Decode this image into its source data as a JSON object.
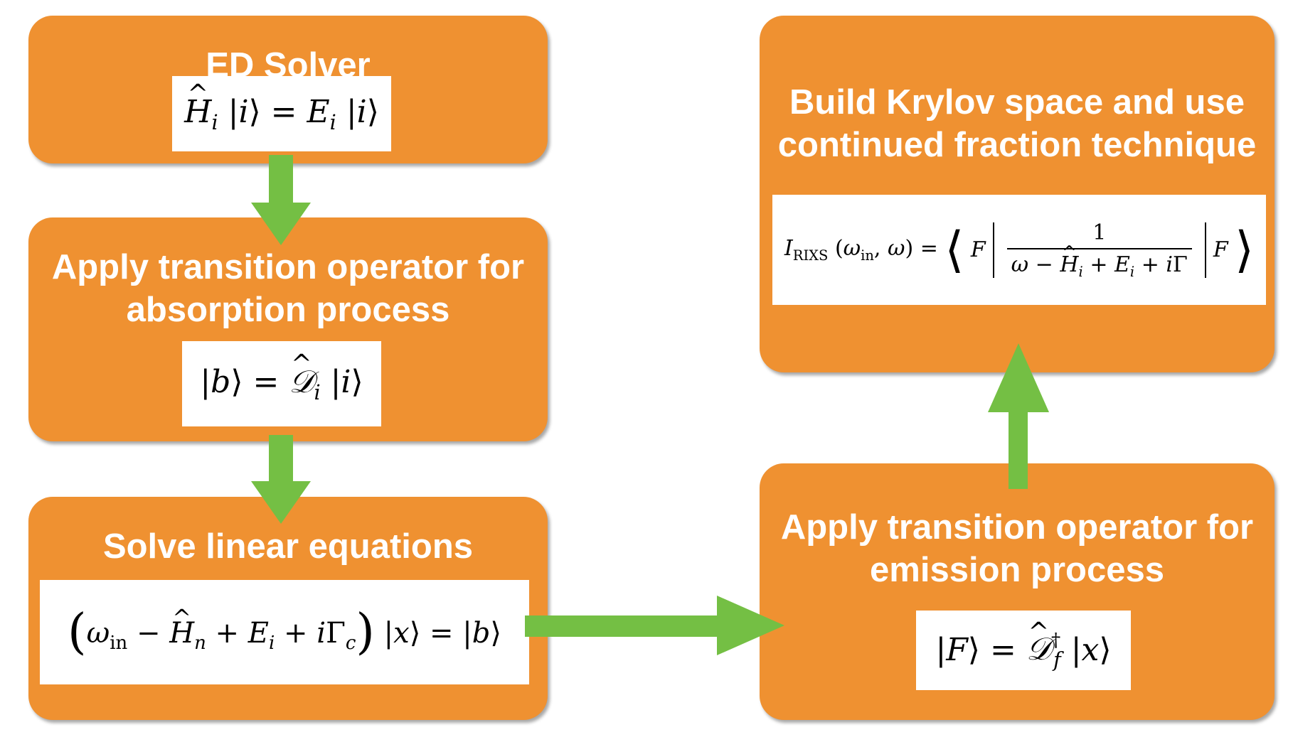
{
  "diagram": {
    "colors": {
      "box_fill": "#ef9131",
      "arrow_fill": "#74bf44",
      "text": "#ffffff",
      "equation_bg": "#ffffff"
    },
    "steps": [
      {
        "id": "ed-solver",
        "title": "ED Solver",
        "equation": "Ĥ_i |i⟩ = E_i |i⟩"
      },
      {
        "id": "absorption",
        "title_line1": "Apply transition operator for",
        "title_line2": "absorption process",
        "equation": "|b⟩ = D̂_i |i⟩"
      },
      {
        "id": "linear-equations",
        "title": "Solve linear equations",
        "equation": "(ω_in − Ĥ_n + E_i + iΓ_c) |x⟩ = |b⟩"
      },
      {
        "id": "emission",
        "title_line1": "Apply transition operator for",
        "title_line2": "emission process",
        "equation": "|F⟩ = D̂_f† |x⟩"
      },
      {
        "id": "krylov",
        "title_line1": "Build Krylov space and use",
        "title_line2": "continued fraction technique",
        "equation": "I_RIXS(ω_in, ω) = ⟨F | 1 / (ω − Ĥ_i + E_i + iΓ) | F⟩"
      }
    ],
    "arrows": [
      {
        "from": "ed-solver",
        "to": "absorption",
        "direction": "down"
      },
      {
        "from": "absorption",
        "to": "linear-equations",
        "direction": "down"
      },
      {
        "from": "linear-equations",
        "to": "emission",
        "direction": "right"
      },
      {
        "from": "emission",
        "to": "krylov",
        "direction": "up"
      }
    ]
  }
}
